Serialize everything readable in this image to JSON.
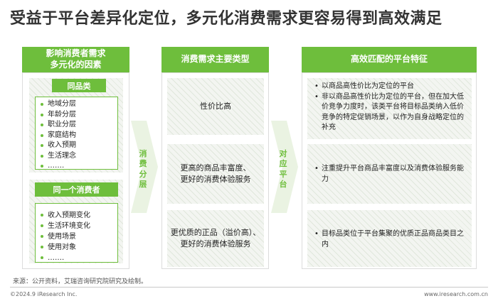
{
  "title": "受益于平台差异化定位，多元化消费需求更容易得到高效满足",
  "columns": {
    "left": {
      "header": "影响消费者需求\n多元化的因素",
      "group1": {
        "label": "同品类",
        "items": [
          "地域分层",
          "年龄分层",
          "职业分层",
          "家庭结构",
          "收入预期",
          "生活理念",
          "……."
        ]
      },
      "group2": {
        "label": "同一个消费者",
        "items": [
          "收入预期变化",
          "生活环境变化",
          "使用场景",
          "使用对象",
          "……."
        ]
      }
    },
    "middle": {
      "header": "消费需求主要类型",
      "rows": [
        "性价比高",
        "更高的商品丰富度、\n更好的消费体验服务",
        "更优质的正品（溢价高）、\n更好的消费体验服务"
      ]
    },
    "right": {
      "header": "高效匹配的平台特征",
      "rows": [
        [
          "以商品高性价比为定位的平台",
          "非以商品高性价比为定位的平台，但在加大低价竞争力度时，该类平台将目标品类纳入低价竞争的特定促销场景，以作为自身战略定位的补充"
        ],
        [
          "注重提升平台商品丰富度以及消费体验服务能力"
        ],
        [
          "目标品类位于平台集聚的优质正品商品类目之内"
        ]
      ]
    }
  },
  "arrows": {
    "first": "消\n费\n分\n层",
    "second": "对\n应\n平\n台"
  },
  "footer": {
    "source": "来源：公开资料，艾瑞咨询研究院研究及绘制。",
    "copyright": "©2024.9 iResearch Inc.",
    "website": "www.iresearch.com.cn"
  },
  "colors": {
    "accent": "#6ebe3c",
    "panel": "#eef3ea"
  }
}
